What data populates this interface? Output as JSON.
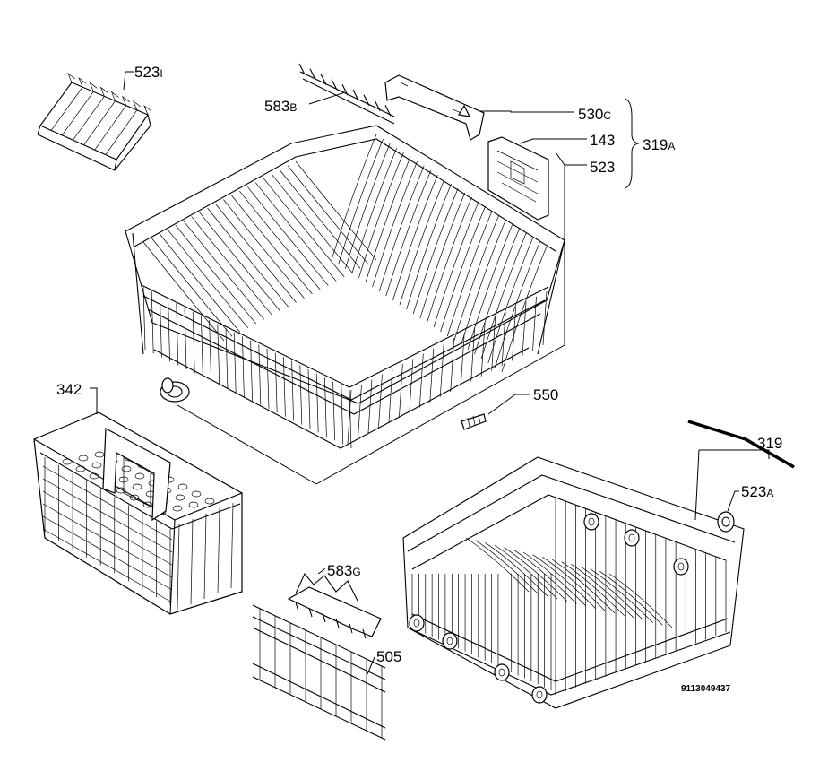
{
  "diagram_code": "9113049437",
  "parts": [
    {
      "num": "523",
      "suffix": "I"
    },
    {
      "num": "583",
      "suffix": "B"
    },
    {
      "num": "530",
      "suffix": "C"
    },
    {
      "num": "143",
      "suffix": ""
    },
    {
      "num": "523",
      "suffix": ""
    },
    {
      "num": "319",
      "suffix": "A"
    },
    {
      "num": "342",
      "suffix": ""
    },
    {
      "num": "550",
      "suffix": ""
    },
    {
      "num": "319",
      "suffix": ""
    },
    {
      "num": "523",
      "suffix": "A"
    },
    {
      "num": "583",
      "suffix": "G"
    },
    {
      "num": "505",
      "suffix": ""
    }
  ]
}
